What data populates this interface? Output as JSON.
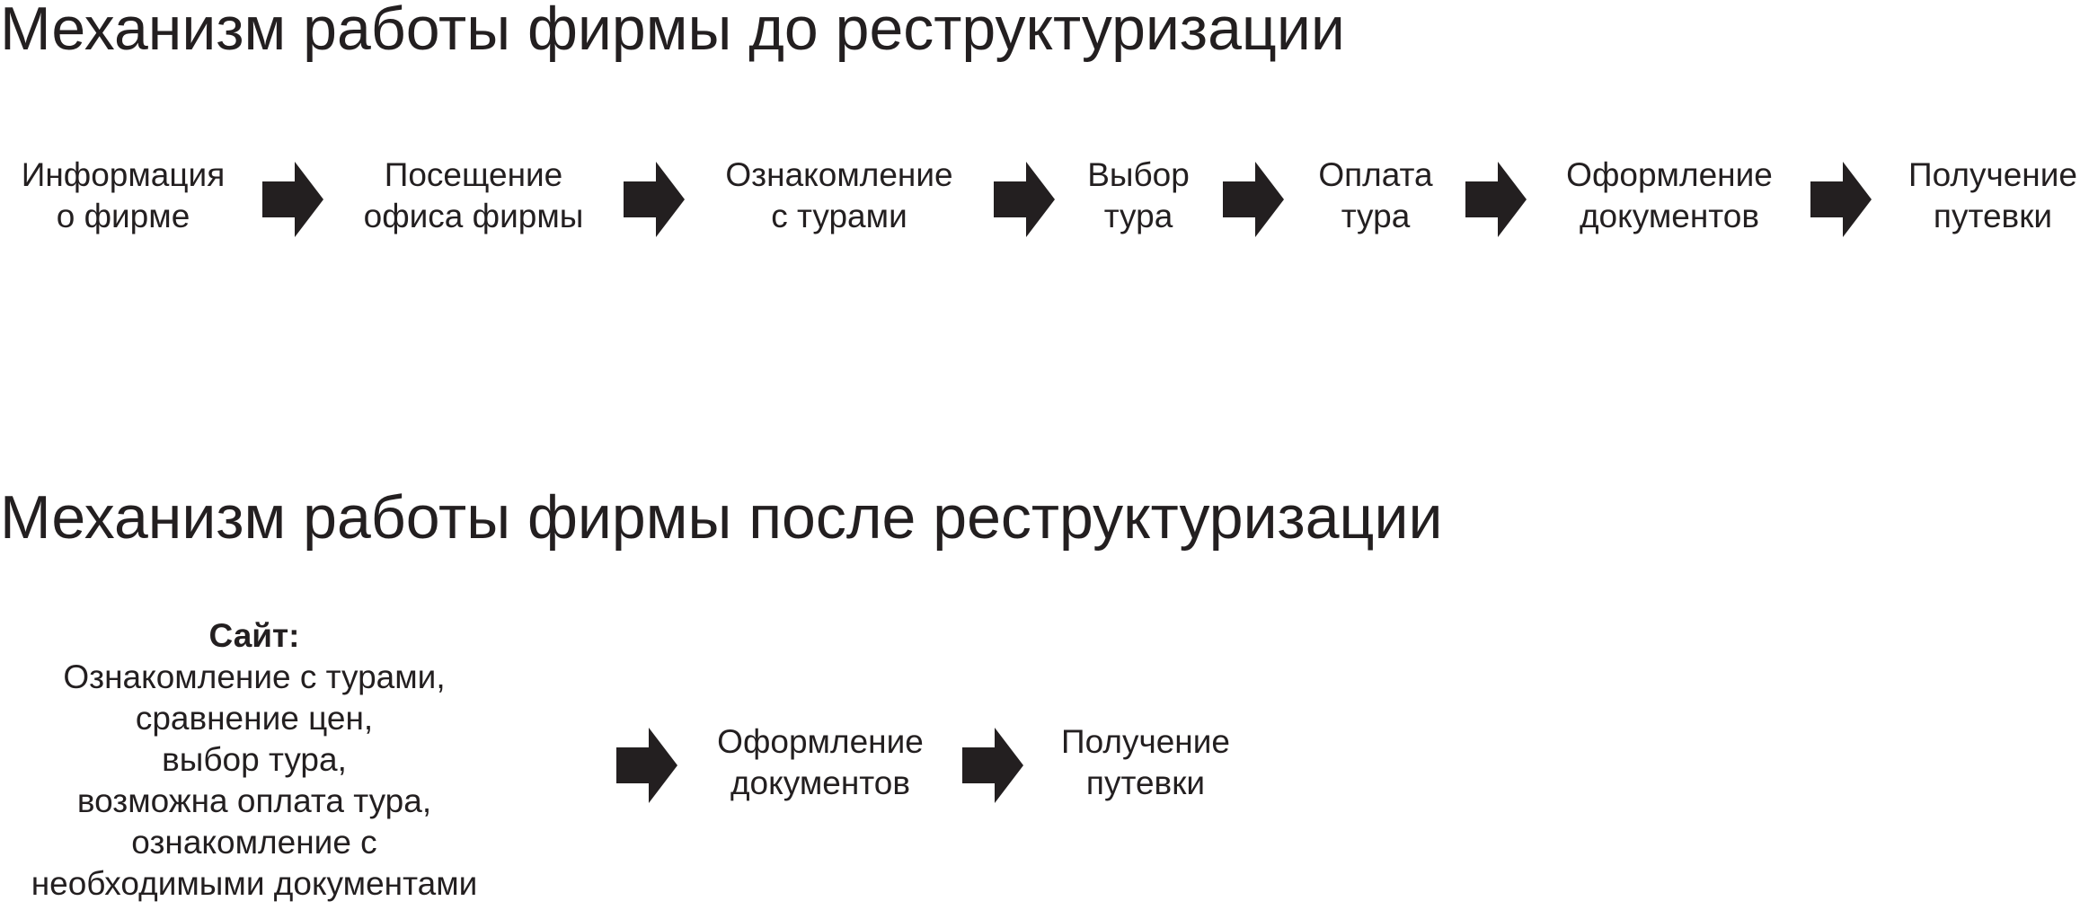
{
  "before": {
    "title": "Механизм работы фирмы до реструктуризации",
    "steps": [
      {
        "line1": "Информация",
        "line2": "о фирме"
      },
      {
        "line1": "Посещение",
        "line2": "офиса фирмы"
      },
      {
        "line1": "Ознакомление",
        "line2": "с турами"
      },
      {
        "line1": "Выбор",
        "line2": "тура"
      },
      {
        "line1": "Оплата",
        "line2": "тура"
      },
      {
        "line1": "Оформление",
        "line2": "документов"
      },
      {
        "line1": "Получение",
        "line2": "путевки"
      }
    ]
  },
  "after": {
    "title": "Механизм работы фирмы после реструктуризации",
    "site": {
      "heading": "Сайт:",
      "lines": [
        "Ознакомление с турами,",
        "сравнение цен,",
        "выбор тура,",
        "возможна оплата тура,",
        "ознакомление с",
        "необходимыми документами"
      ]
    },
    "steps": [
      {
        "line1": "Оформление",
        "line2": "документов"
      },
      {
        "line1": "Получение",
        "line2": "путевки"
      }
    ]
  },
  "colors": {
    "text": "#231f20",
    "arrow": "#231f20"
  },
  "icons": {
    "flow_arrow": "block-arrow-right-icon"
  }
}
